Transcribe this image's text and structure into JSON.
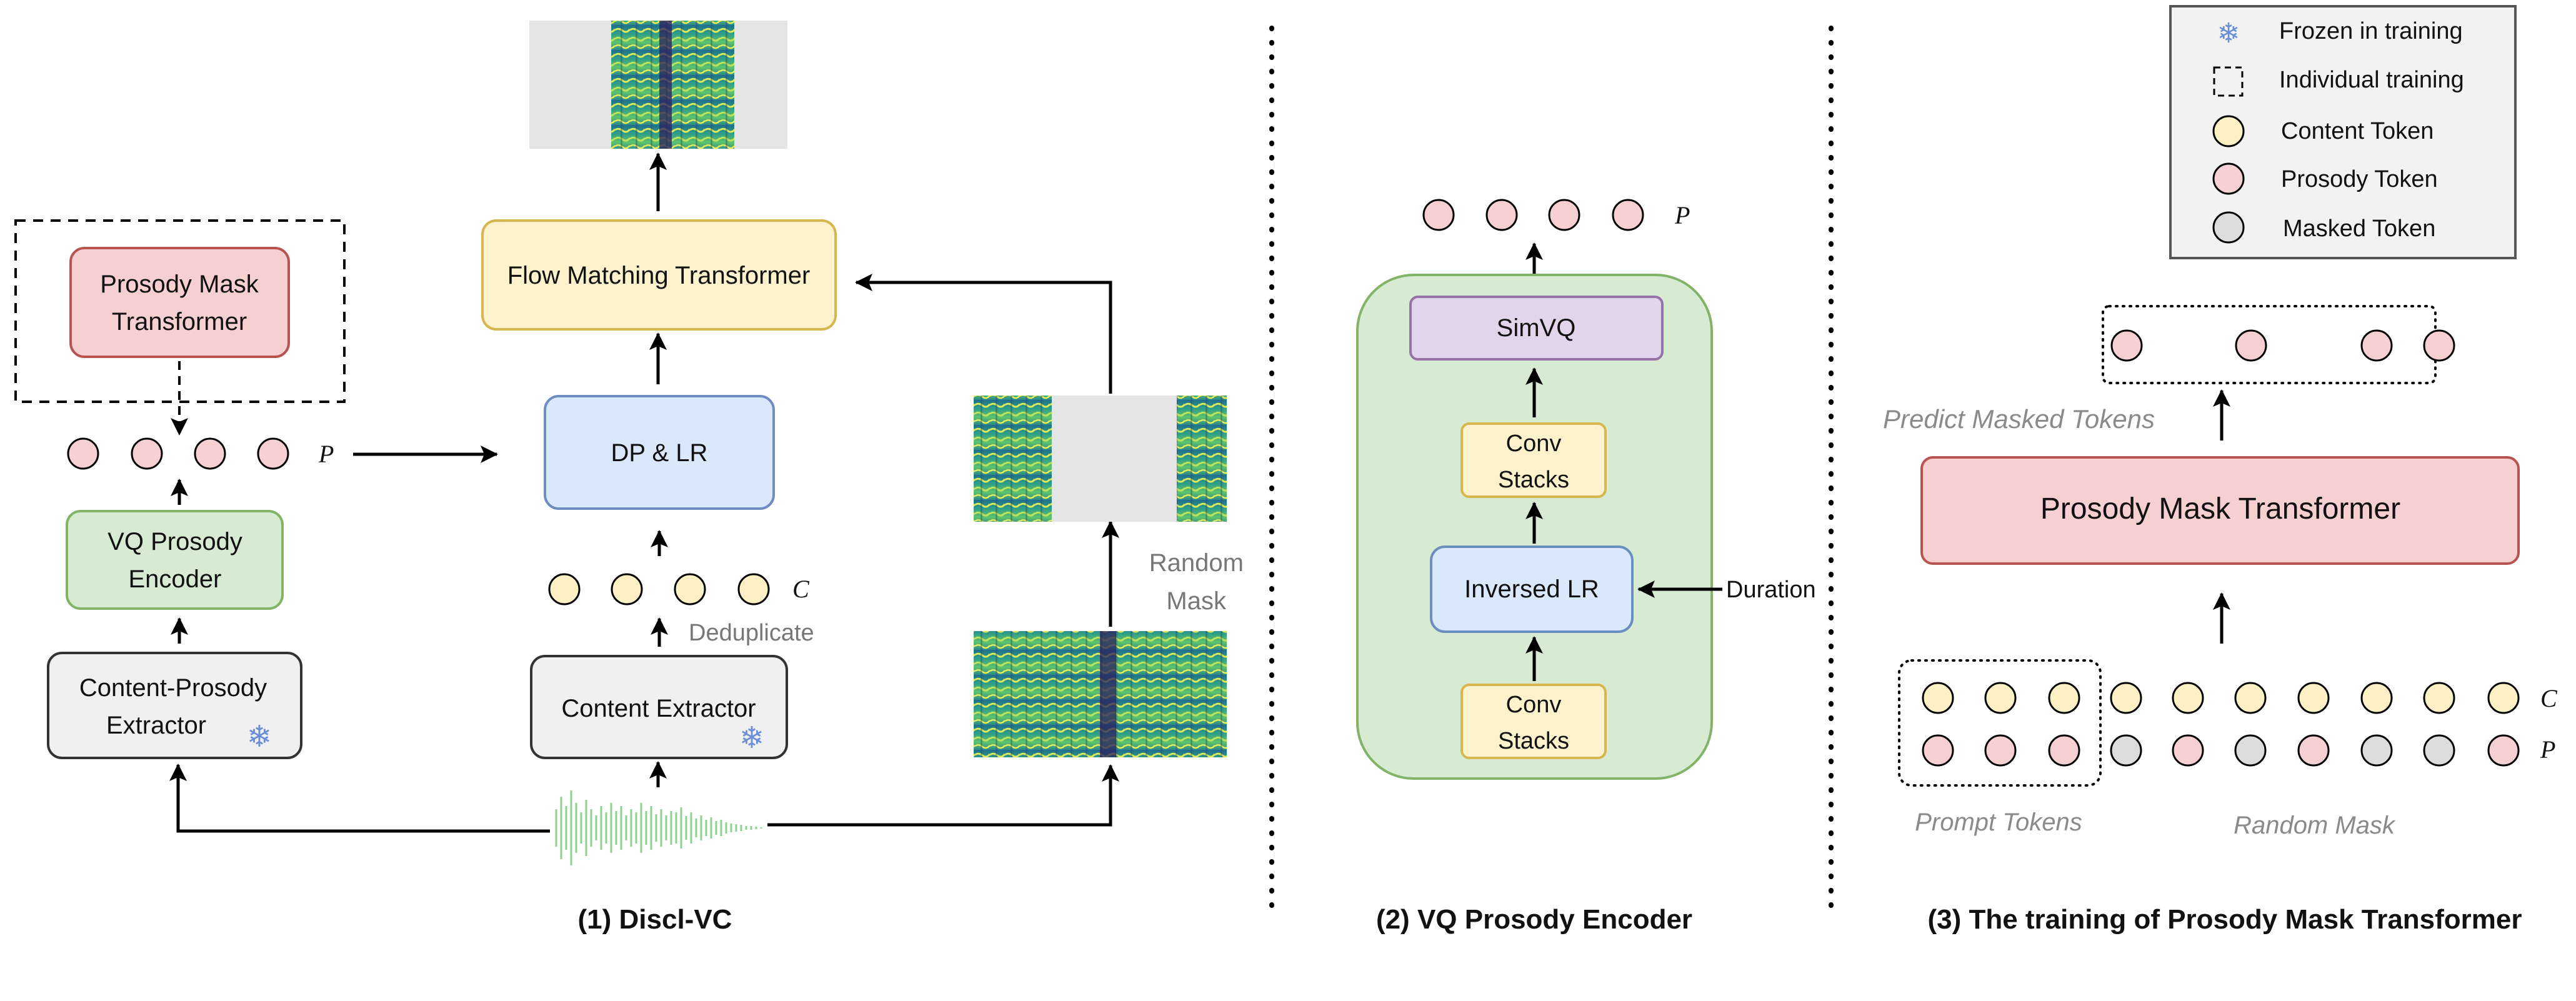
{
  "legend": {
    "frozen": "Frozen in training",
    "individual": "Individual training",
    "content": "Content Token",
    "prosody": "Prosody Token",
    "masked": "Masked Token"
  },
  "panel1": {
    "caption": "(1) Discl-VC",
    "prosody_mask_transformer_l1": "Prosody Mask",
    "prosody_mask_transformer_l2": "Transformer",
    "p_label": "P",
    "vq_encoder_l1": "VQ Prosody",
    "vq_encoder_l2": "Encoder",
    "cp_extractor_l1": "Content-Prosody",
    "cp_extractor_l2": "Extractor",
    "flow_matching": "Flow Matching Transformer",
    "dp_lr": "DP & LR",
    "c_label": "C",
    "deduplicate": "Deduplicate",
    "content_extractor": "Content Extractor",
    "random_mask_l1": "Random",
    "random_mask_l2": "Mask"
  },
  "panel2": {
    "caption": "(2) VQ Prosody Encoder",
    "p_label": "P",
    "simvq": "SimVQ",
    "conv_top_l1": "Conv",
    "conv_top_l2": "Stacks",
    "inversed_lr": "Inversed LR",
    "duration": "Duration",
    "conv_bot_l1": "Conv",
    "conv_bot_l2": "Stacks"
  },
  "panel3": {
    "caption": "(3) The training of Prosody Mask Transformer",
    "predict": "Predict Masked Tokens",
    "pmt": "Prosody Mask Transformer",
    "c_label": "C",
    "p_label": "P",
    "prompt_tokens": "Prompt Tokens",
    "random_mask": "Random Mask",
    "prosody_row": [
      "prompt",
      "prompt",
      "prompt",
      "masked",
      "prosody",
      "masked",
      "prosody",
      "masked",
      "masked",
      "prosody"
    ]
  },
  "colors": {
    "prosody_token": "#f6cfd3",
    "content_token": "#fdf0c4",
    "masked_token": "#dcdcdc",
    "red_box": "#f6cfd1",
    "yellow_box": "#fdf2cc",
    "blue_box": "#dae8fb",
    "green_box": "#d6ebd1",
    "purple_box": "#e2d4ea",
    "grey_box": "#f0f0f0"
  }
}
